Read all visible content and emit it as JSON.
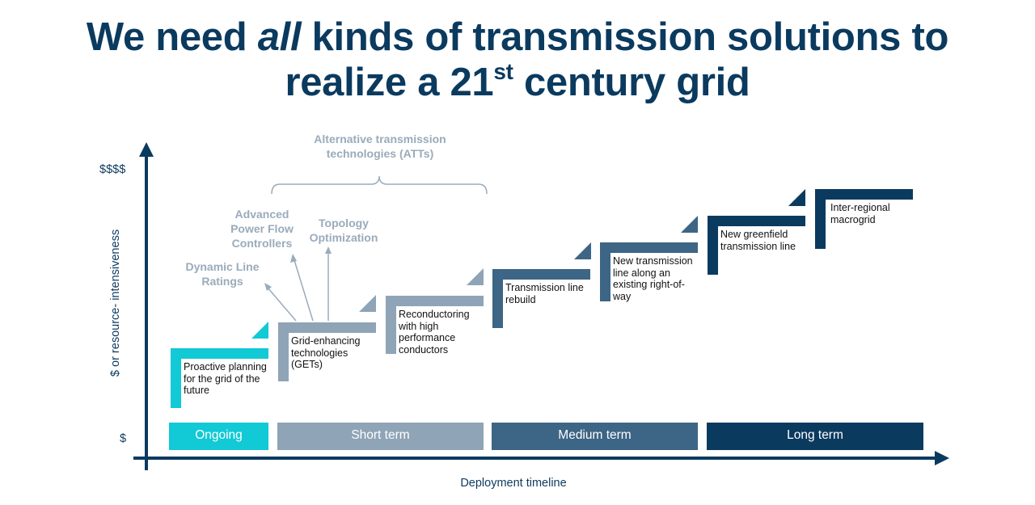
{
  "title": {
    "part1": "We need ",
    "emph": "all",
    "part2": " kinds of transmission solutions to",
    "line2_pre": "realize a 21",
    "line2_sup": "st",
    "line2_post": " century grid"
  },
  "axes": {
    "y_label": "$  or resource- intensiveness",
    "y_top": "$$$$",
    "y_bottom": "$",
    "x_label": "Deployment timeline"
  },
  "colors": {
    "ongoing": "#12c9d6",
    "short": "#8fa4b6",
    "medium": "#3d6585",
    "long": "#0b3a5f",
    "axis": "#0b3a5f",
    "annotation": "#9aabbb"
  },
  "bands": [
    {
      "label": "Ongoing"
    },
    {
      "label": "Short term"
    },
    {
      "label": "Medium term"
    },
    {
      "label": "Long term"
    }
  ],
  "steps": [
    {
      "text": "Proactive planning for the grid of the future"
    },
    {
      "text": "Grid-enhancing technologies (GETs)"
    },
    {
      "text": "Reconductoring with high performance conductors"
    },
    {
      "text": "Transmission line rebuild"
    },
    {
      "text": "New transmission line along an existing right-of-way"
    },
    {
      "text": "New greenfield transmission line"
    },
    {
      "text": "Inter-regional macrogrid"
    }
  ],
  "annotations": {
    "atts": "Alternative transmission technologies (ATTs)",
    "dlr": "Dynamic Line Ratings",
    "apfc": "Advanced Power Flow Controllers",
    "topo": "Topology Optimization"
  }
}
